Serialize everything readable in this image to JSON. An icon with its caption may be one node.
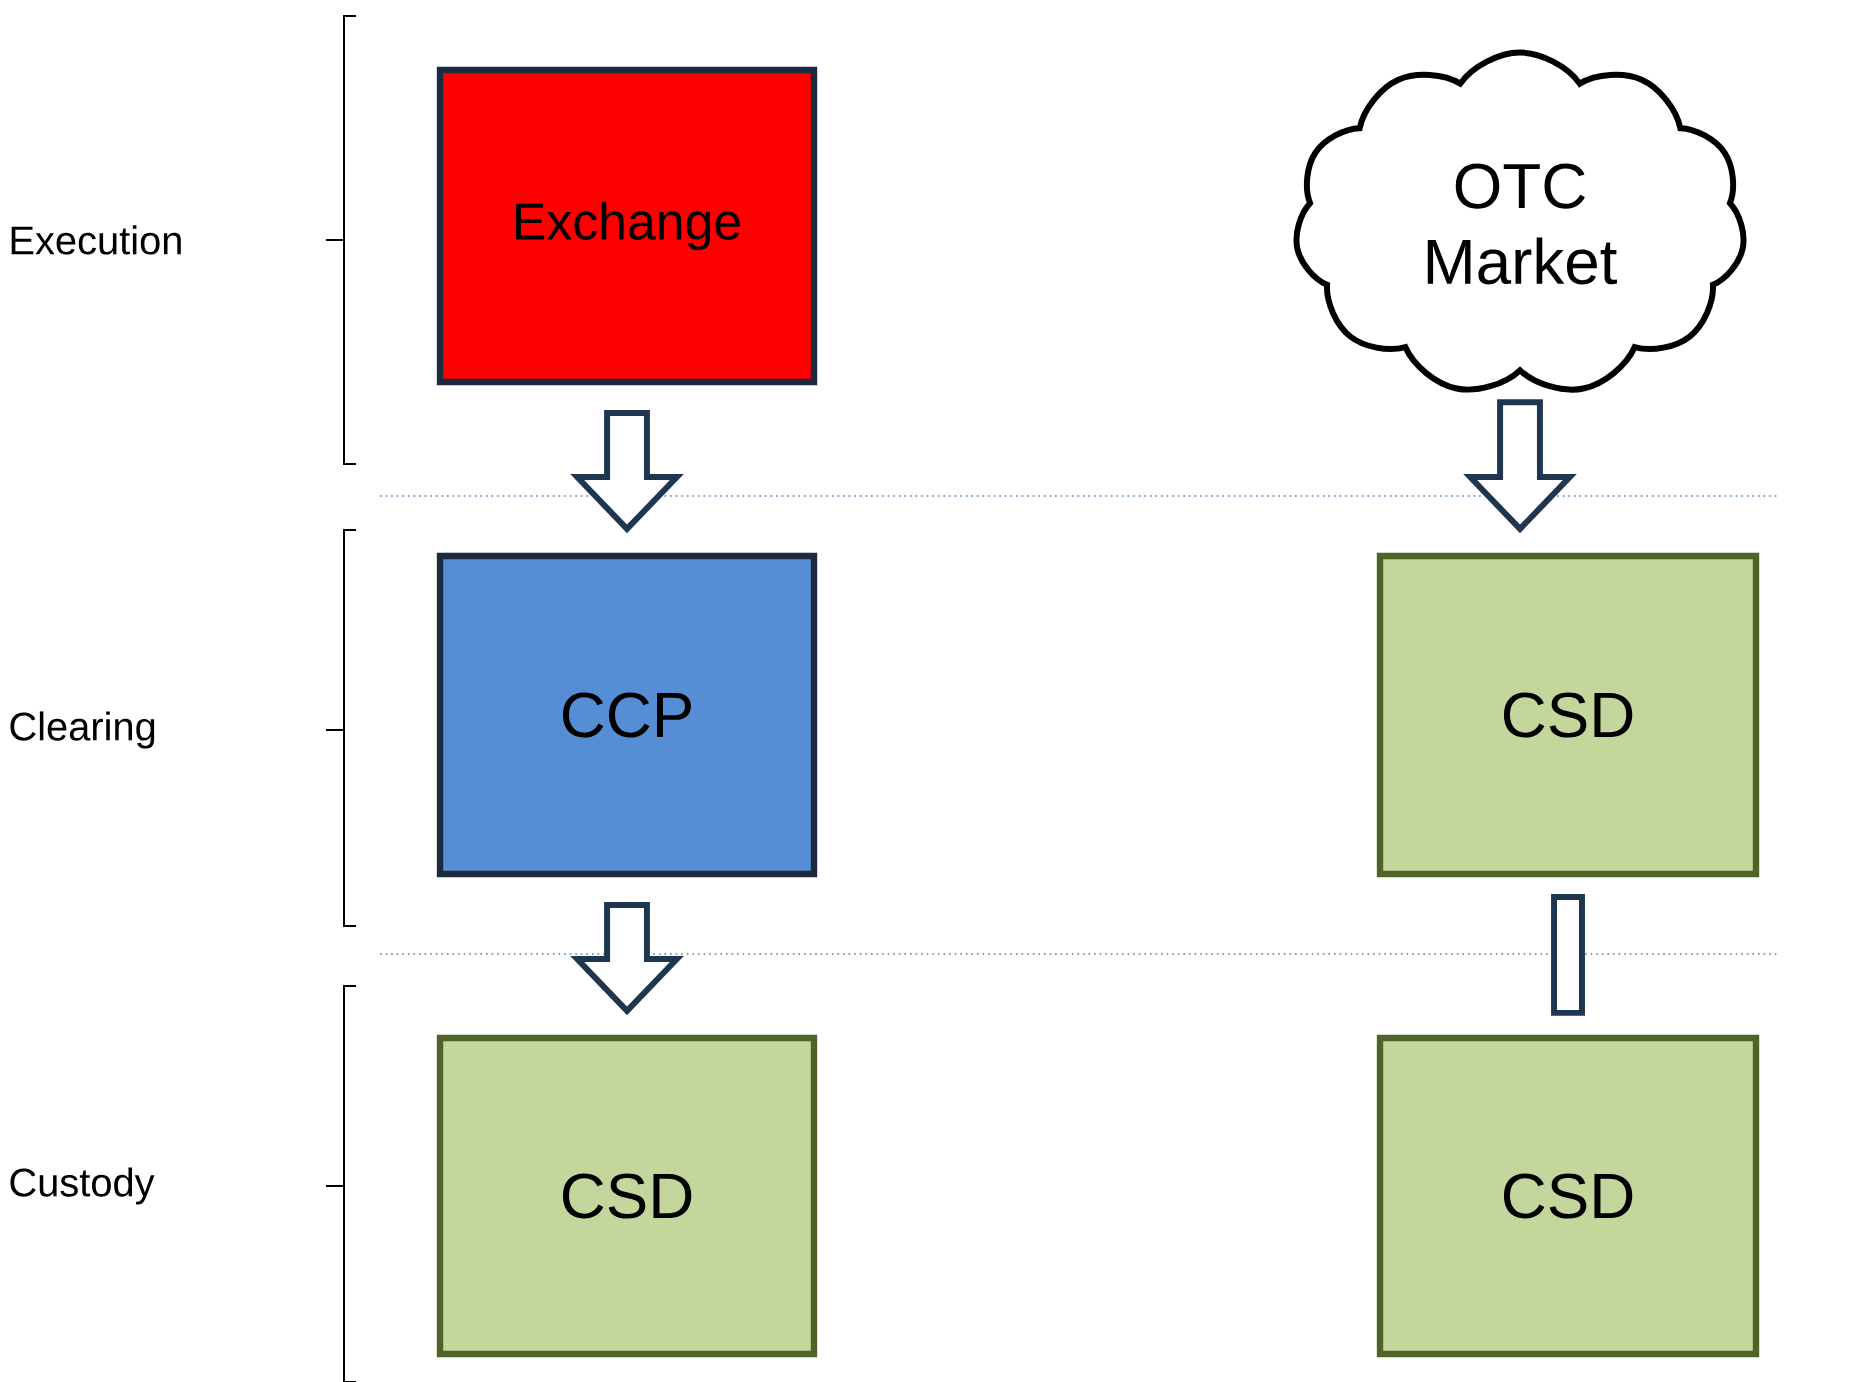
{
  "diagram": {
    "nodes": [
      {
        "text": [
          "Exchange"
        ]
      },
      {
        "text": [
          "OTC Market"
        ]
      },
      {
        "text": [
          "CCP"
        ]
      },
      {
        "text": [
          "CSD"
        ]
      },
      {
        "text": [
          "CSD"
        ]
      },
      {
        "text": [
          "CSD"
        ]
      }
    ],
    "edges": [
      {
        "from": 0,
        "to": 2,
        "arrow": "to"
      },
      {
        "from": 1,
        "to": 3,
        "arrow": "to"
      },
      {
        "from": 2,
        "to": 4,
        "arrow": "to"
      },
      {
        "from": 3,
        "to": 5,
        "arrow": "none"
      }
    ],
    "labels": [
      "Execution",
      "Clearing",
      "Custody"
    ]
  }
}
